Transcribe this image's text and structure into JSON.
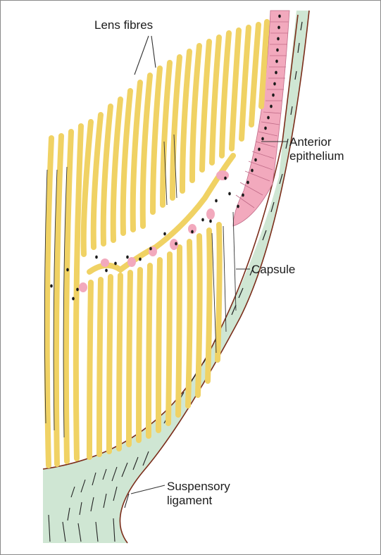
{
  "labels": {
    "lens_fibres": "Lens fibres",
    "anterior_epithelium_line1": "Anterior",
    "anterior_epithelium_line2": "epithelium",
    "capsule": "Capsule",
    "suspensory_line1": "Suspensory",
    "suspensory_line2": "ligament"
  },
  "colors": {
    "lens_fibre": "#f0d264",
    "epithelium": "#f2a9bd",
    "capsule": "#cfe6d3",
    "capsule_edge": "#7b2d1a",
    "nucleus": "#1a1a1a",
    "leader_line": "#333333"
  }
}
